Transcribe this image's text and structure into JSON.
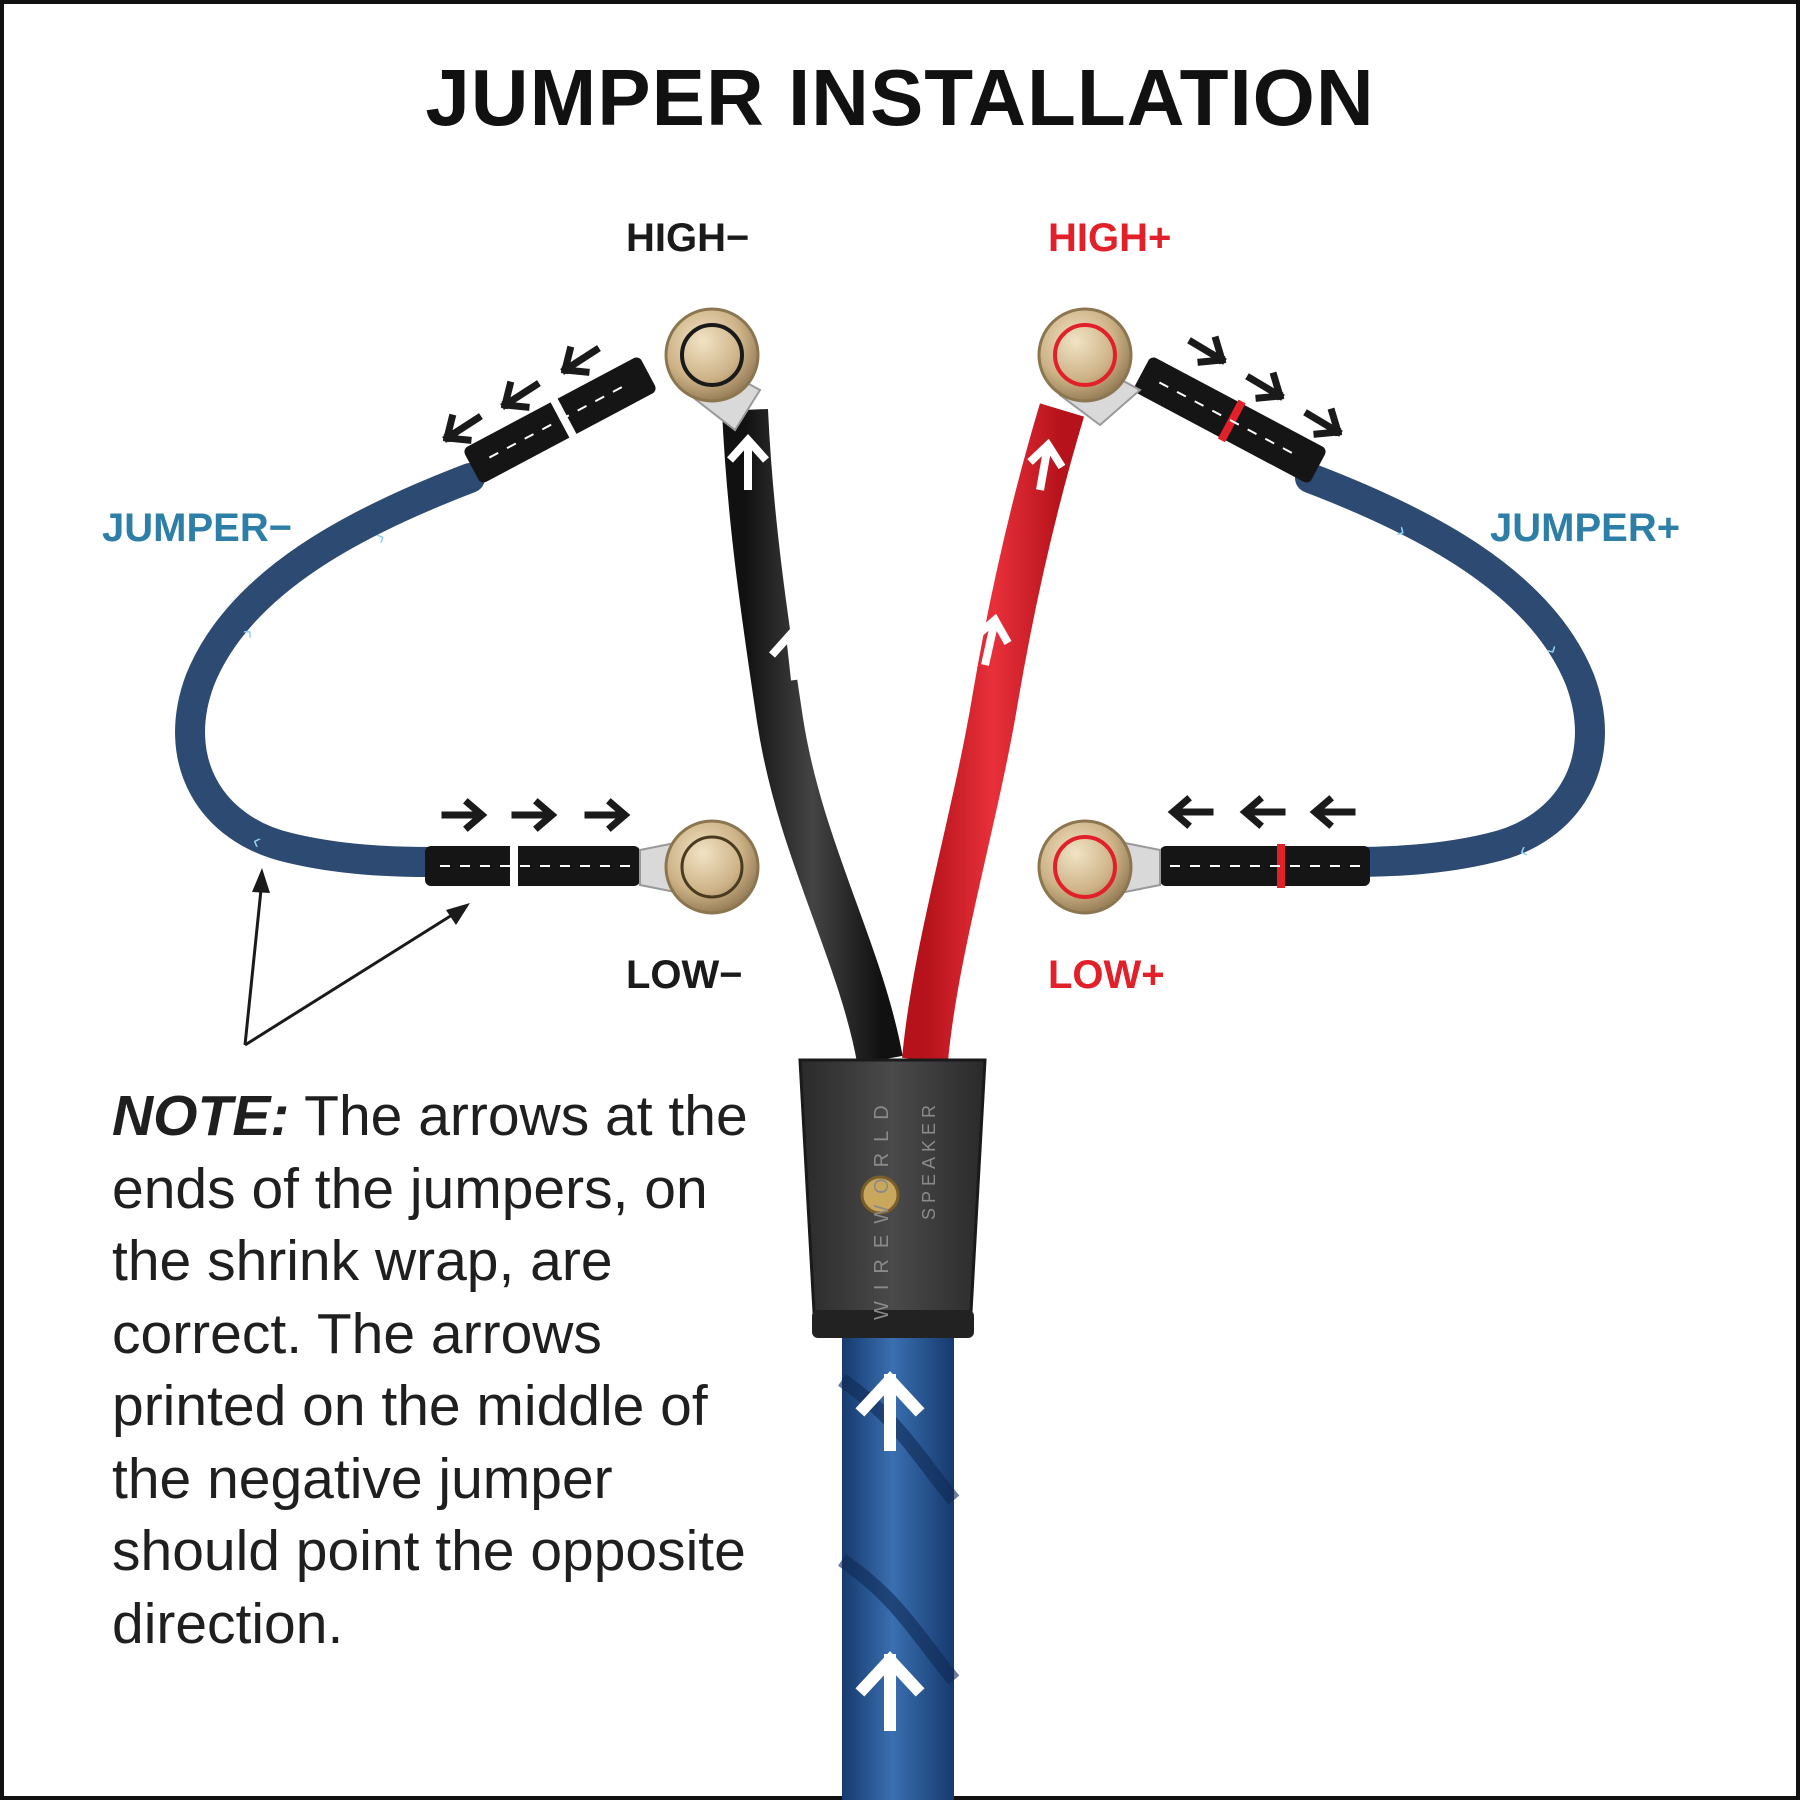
{
  "title": "JUMPER INSTALLATION",
  "terminals": {
    "high_neg": "HIGH−",
    "high_pos": "HIGH+",
    "low_neg": "LOW−",
    "low_pos": "LOW+"
  },
  "jumpers": {
    "neg": "JUMPER−",
    "pos": "JUMPER+"
  },
  "note": {
    "prefix": "NOTE:",
    "text": "The arrows at the ends of the jumpers, on the shrink wrap, are correct. The arrows printed on the middle of the negative jumper should point the opposite direction."
  },
  "splitter_label": {
    "brand": "WIREWORLD",
    "product": "SPEAKER"
  },
  "colors": {
    "red": "#e2202a",
    "black_cable": "#262626",
    "blue_label": "#2e7fa8",
    "jumper_blue": "#2c4a72",
    "main_cable_blue": "#1d4d8c",
    "brass": "#c9ad82"
  }
}
